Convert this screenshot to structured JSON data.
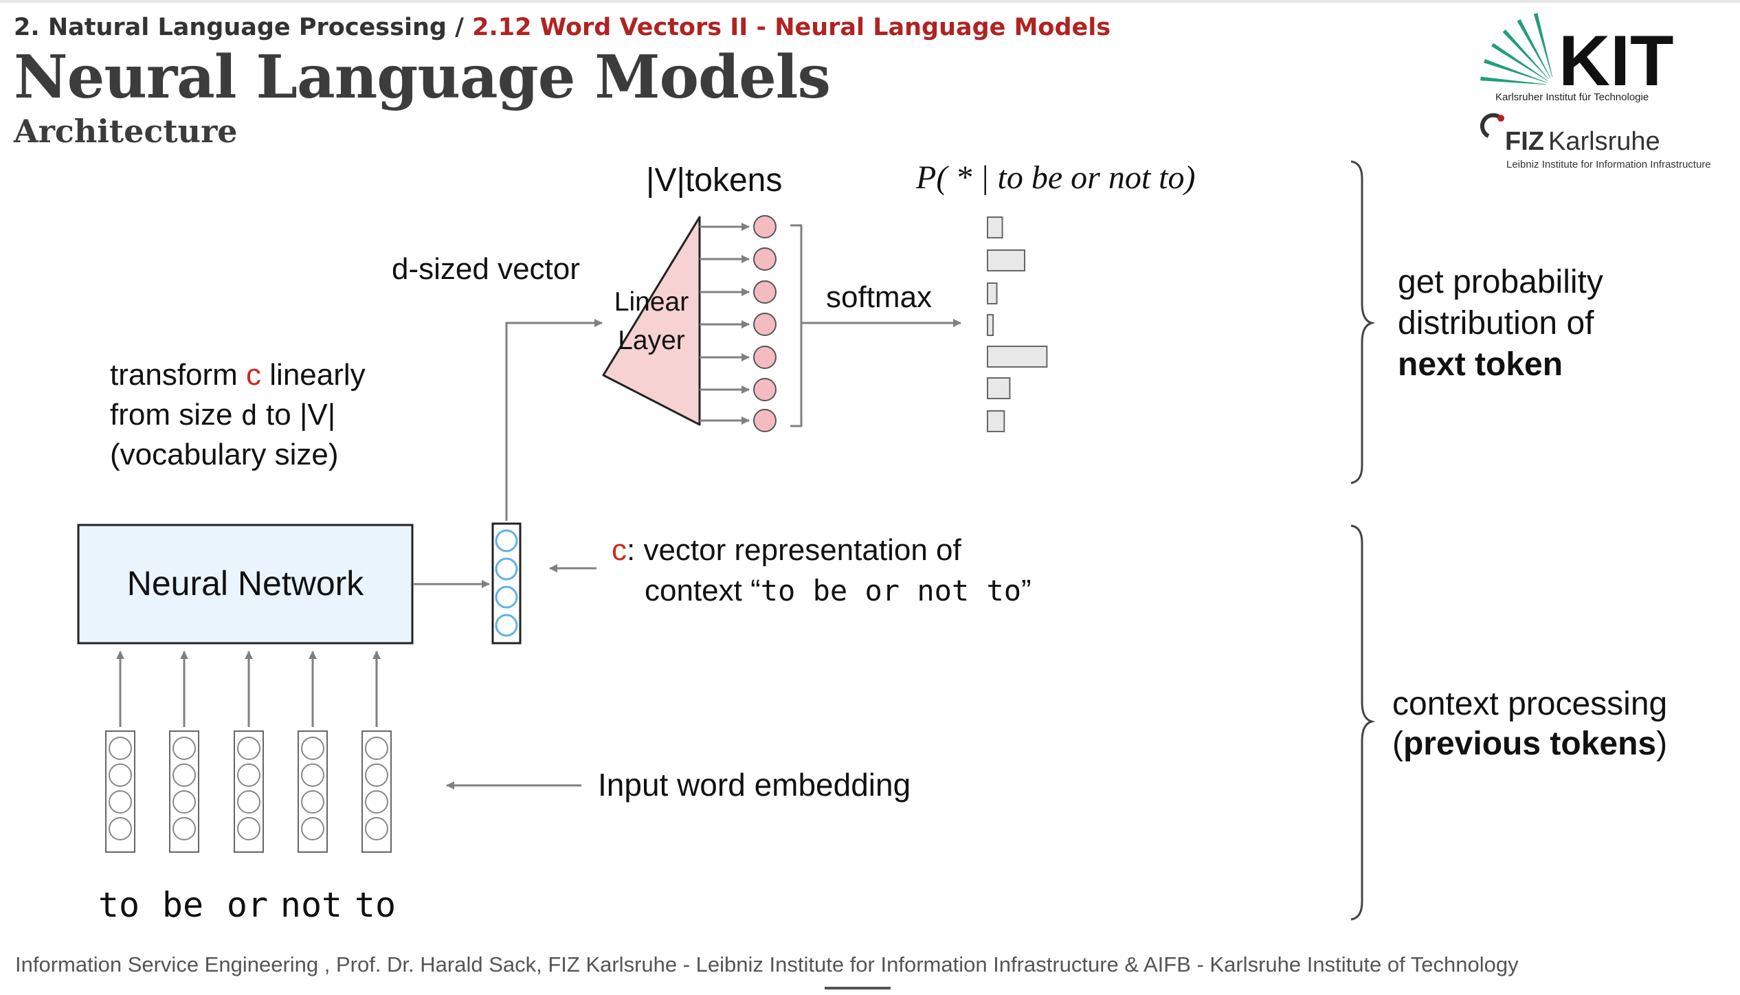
{
  "header": {
    "breadcrumb_parent": "2. Natural Language Processing",
    "breadcrumb_sep": " / ",
    "breadcrumb_current": "2.12 Word Vectors II - Neural Language Models",
    "title": "Neural Language Models",
    "subtitle": "Architecture"
  },
  "logos": {
    "kit_text": "KIT",
    "kit_caption": "Karlsruher Institut für Technologie",
    "fiz_bold": "FIZ",
    "fiz_rest": "Karlsruhe",
    "fiz_caption": "Leibniz Institute for Information Infrastructure"
  },
  "diagram": {
    "vocab_label": "|V|tokens",
    "prob_label": "P( * | to be or not to)",
    "dvec_label": "d-sized vector",
    "linear_1": "Linear",
    "linear_2": "Layer",
    "softmax_label": "softmax",
    "transform": {
      "pre": "transform ",
      "var": "c",
      "post": " linearly",
      "line2_pre": "from size ",
      "line2_var": "d",
      "line2_post": " to |V|",
      "line3": "(vocabulary size)"
    },
    "neural_network": "Neural Network",
    "context_vec": {
      "var": "c",
      "text": ": vector representation of",
      "line2_pre": "context “",
      "line2_mono": "to be or not to",
      "line2_post": "”"
    },
    "input_embedding": "Input word embedding",
    "tokens": [
      "to",
      "be",
      "or",
      "not",
      "to"
    ],
    "softmax_bars": [
      0.4,
      1.0,
      0.25,
      0.15,
      1.6,
      0.6,
      0.45
    ]
  },
  "braces": {
    "top_1": "get probability",
    "top_2": "distribution of",
    "top_3": "next token",
    "bottom_1": "context processing",
    "bottom_2_open": "(",
    "bottom_2_bold": "previous tokens",
    "bottom_2_close": ")"
  },
  "footer": {
    "text": "Information Service Engineering , Prof. Dr. Harald Sack, FIZ Karlsruhe - Leibniz Institute for Information Infrastructure & AIFB - Karlsruhe Institute of Technology"
  },
  "colors": {
    "accent_red": "#b02321",
    "nn_fill": "#eaf4fd",
    "linear_fill": "#f7d2d2",
    "circle_blue": "#63b0e6",
    "circle_pink": "#f4bcc0",
    "kit_green": "#219e7b"
  }
}
